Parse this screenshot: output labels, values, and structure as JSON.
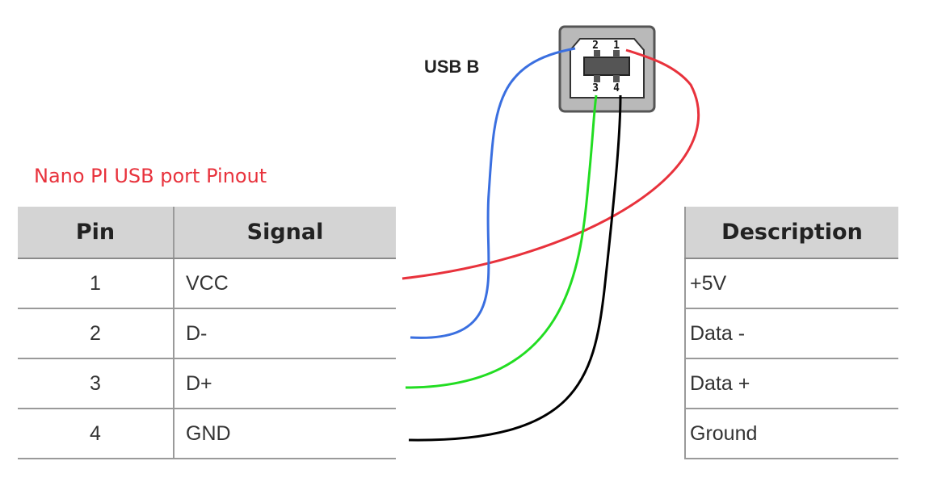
{
  "title": "Nano PI USB port Pinout",
  "connector": {
    "label": "USB B",
    "pins": [
      "1",
      "2",
      "3",
      "4"
    ]
  },
  "table": {
    "headers": {
      "pin": "Pin",
      "signal": "Signal",
      "description": "Description"
    },
    "rows": [
      {
        "pin": "1",
        "signal": "VCC",
        "description": "+5V"
      },
      {
        "pin": "2",
        "signal": "D-",
        "description": "Data -"
      },
      {
        "pin": "3",
        "signal": "D+",
        "description": "Data +"
      },
      {
        "pin": "4",
        "signal": "GND",
        "description": "Ground"
      }
    ]
  },
  "wires": [
    {
      "pin": "1",
      "color": "#e8323c"
    },
    {
      "pin": "2",
      "color": "#3a6fe0"
    },
    {
      "pin": "3",
      "color": "#22dd22"
    },
    {
      "pin": "4",
      "color": "#000000"
    }
  ]
}
